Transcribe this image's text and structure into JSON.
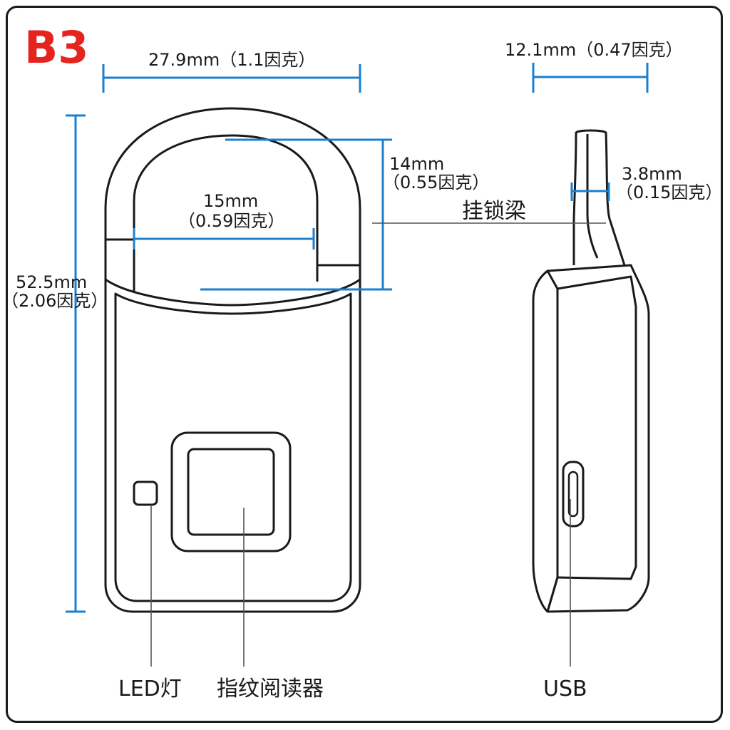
{
  "model": "B3",
  "colors": {
    "model": "#e52420",
    "dimension": "#1a7fd0",
    "outline": "#1a1a1a",
    "leader": "#555555"
  },
  "dimensions": {
    "width": {
      "value": "27.9mm",
      "alt": "（1.1因克）"
    },
    "thickness": {
      "value": "12.1mm",
      "alt": "（0.47因克）"
    },
    "height": {
      "value": "52.5mm",
      "alt": "（2.06因克）"
    },
    "shackle_width": {
      "value": "15mm",
      "alt": "（0.59因克）"
    },
    "shackle_height": {
      "value": "14mm",
      "alt": "（0.55因克）"
    },
    "shackle_diameter": {
      "value": "3.8mm",
      "alt": "（0.15因克）"
    }
  },
  "callouts": {
    "shackle": "挂锁梁",
    "led": "LED灯",
    "fingerprint_reader": "指纹阅读器",
    "usb": "USB"
  }
}
